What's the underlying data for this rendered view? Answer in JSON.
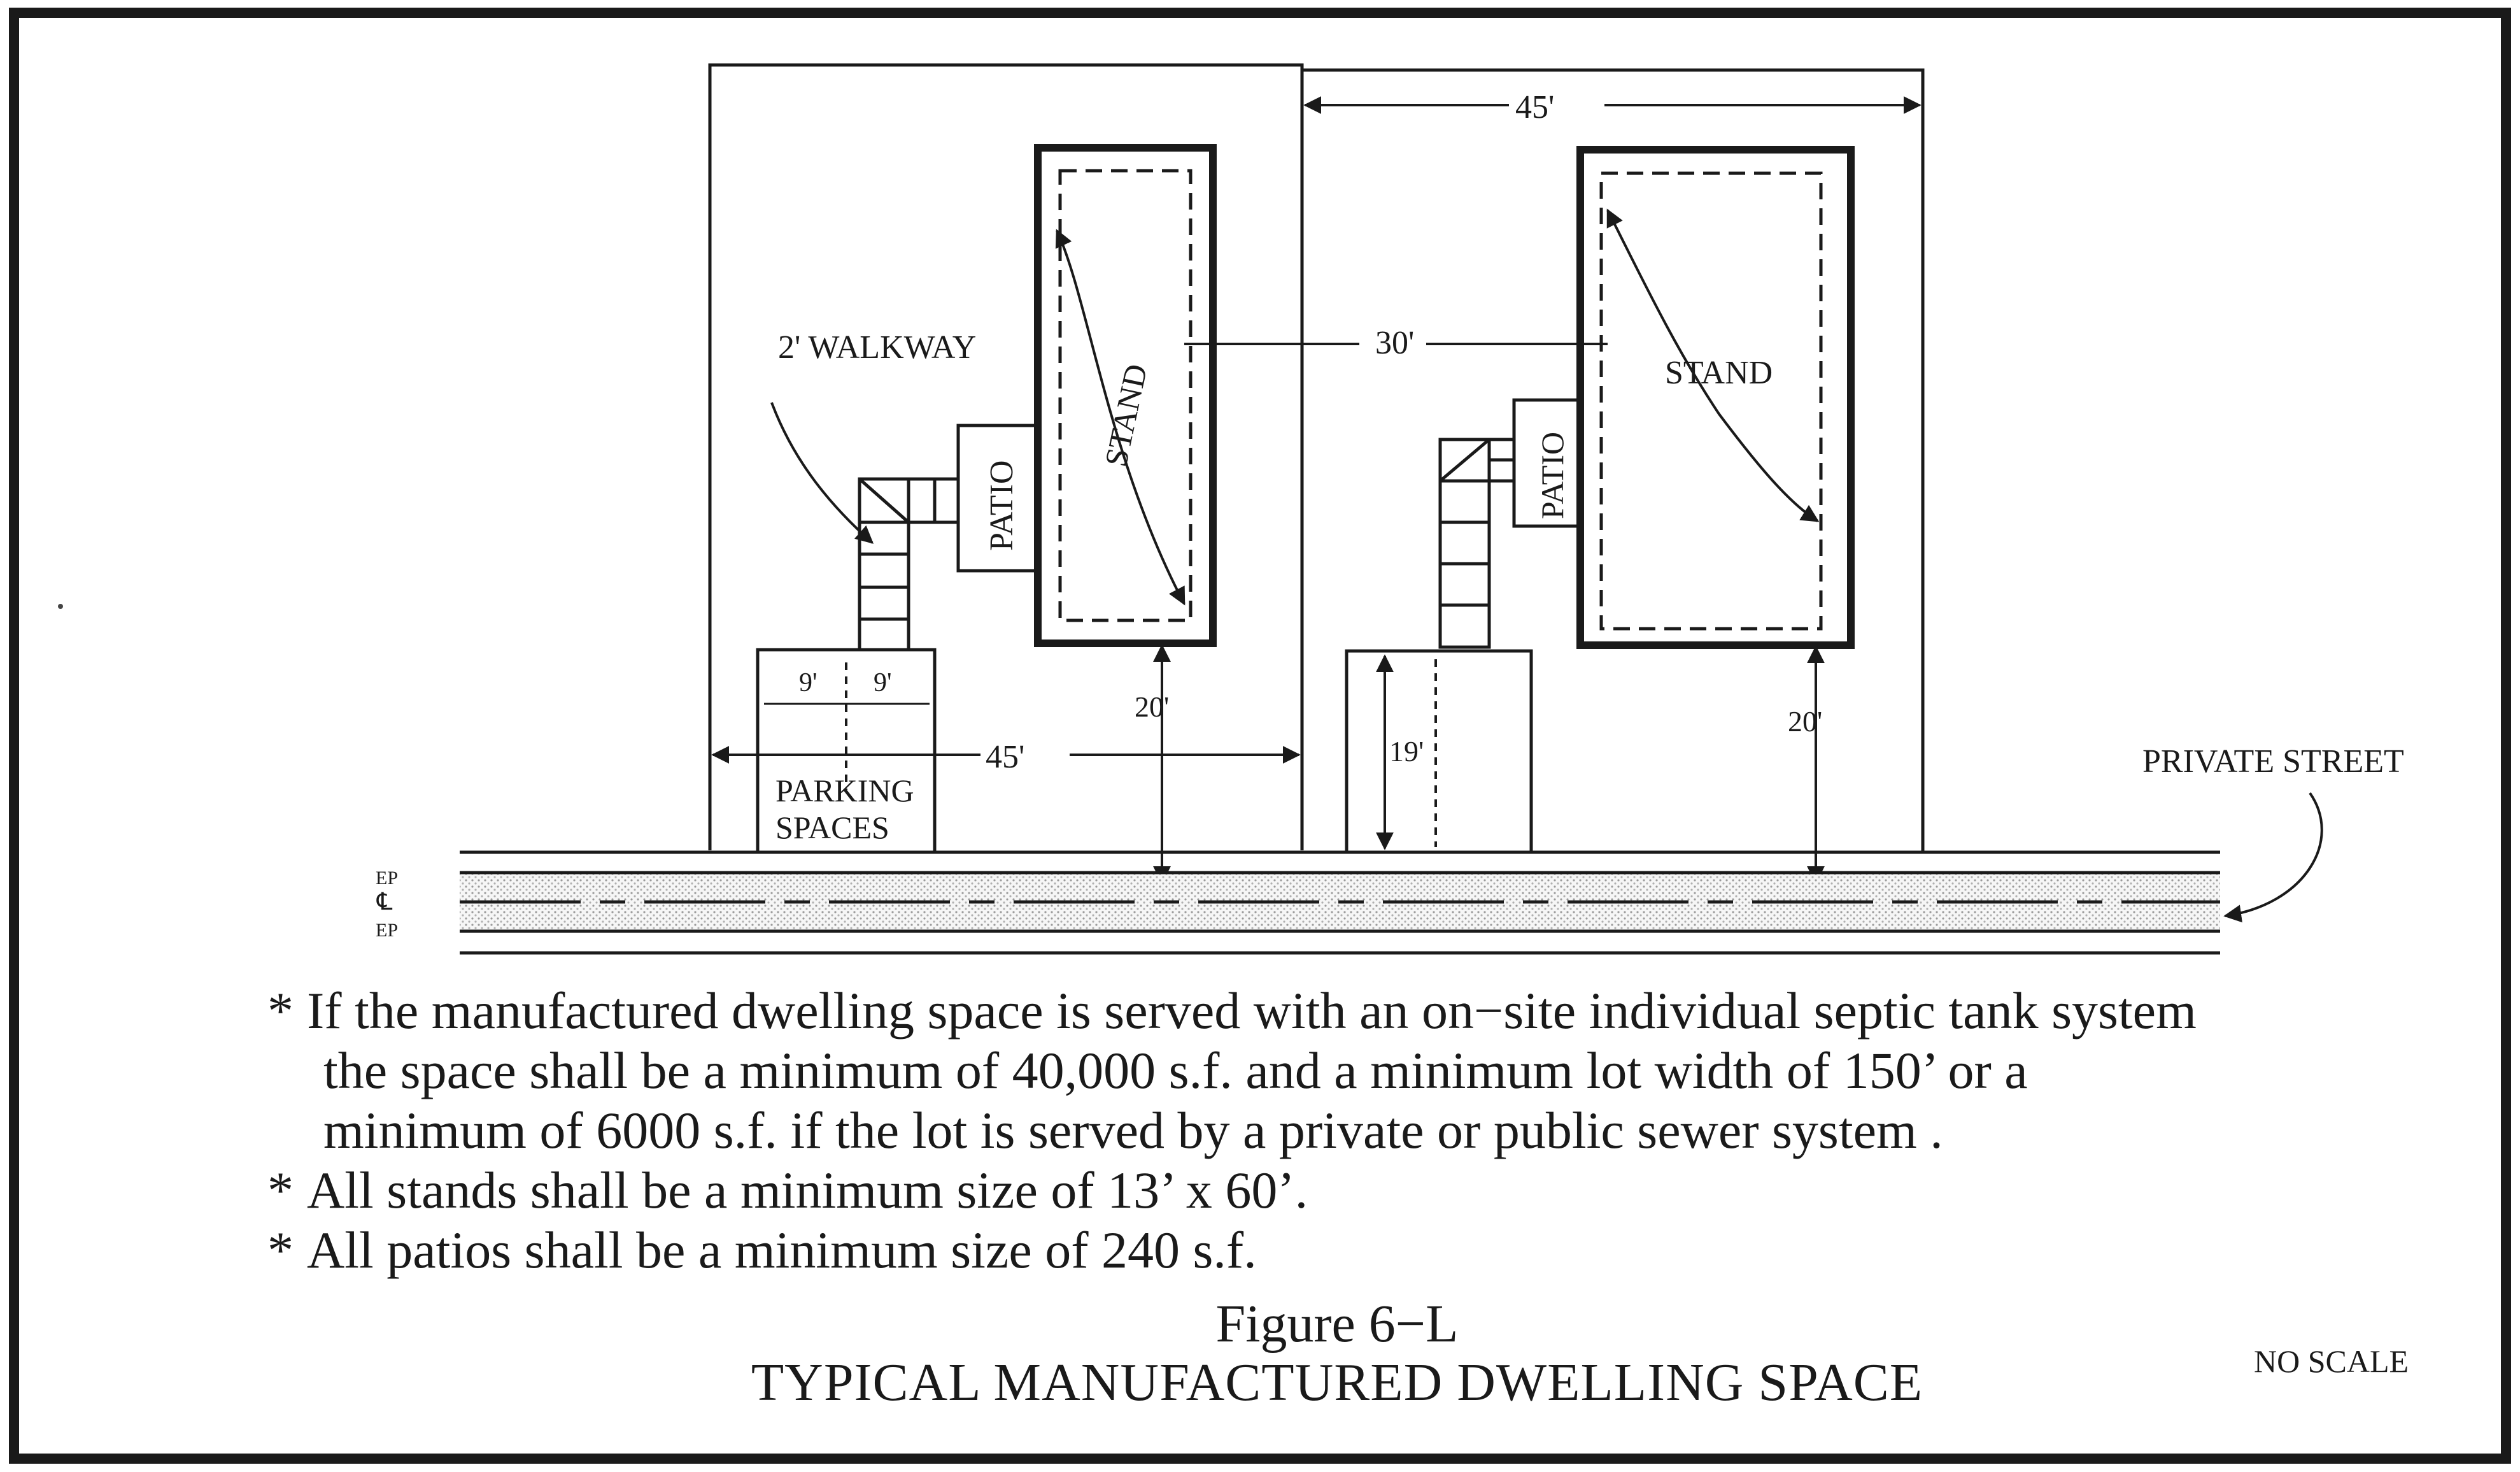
{
  "labels": {
    "walkway": "2' WALKWAY",
    "patio": "PATIO",
    "stand": "STAND",
    "dim_45": "45'",
    "dim_30": "30'",
    "dim_20": "20'",
    "dim_9": "9'",
    "dim_19": "19'",
    "parking_line1": "PARKING",
    "parking_line2": "SPACES",
    "private_street": "PRIVATE STREET",
    "ep": "EP",
    "centerline": "℄"
  },
  "notes": {
    "star": "*",
    "line1": "If the manufactured dwelling space is served with an on−site individual septic tank system",
    "line2": "the space shall be a minimum of 40,000 s.f. and a minimum lot width of 150’ or a",
    "line3": "minimum of 6000 s.f. if the lot is served by a private or public sewer system .",
    "line4": "All stands shall be a minimum size of 13’ x 60’.",
    "line5": "All patios shall be a minimum size of 240 s.f."
  },
  "figure": {
    "number": "Figure 6−L",
    "title": "TYPICAL MANUFACTURED DWELLING SPACE",
    "scale_note": "NO SCALE"
  }
}
